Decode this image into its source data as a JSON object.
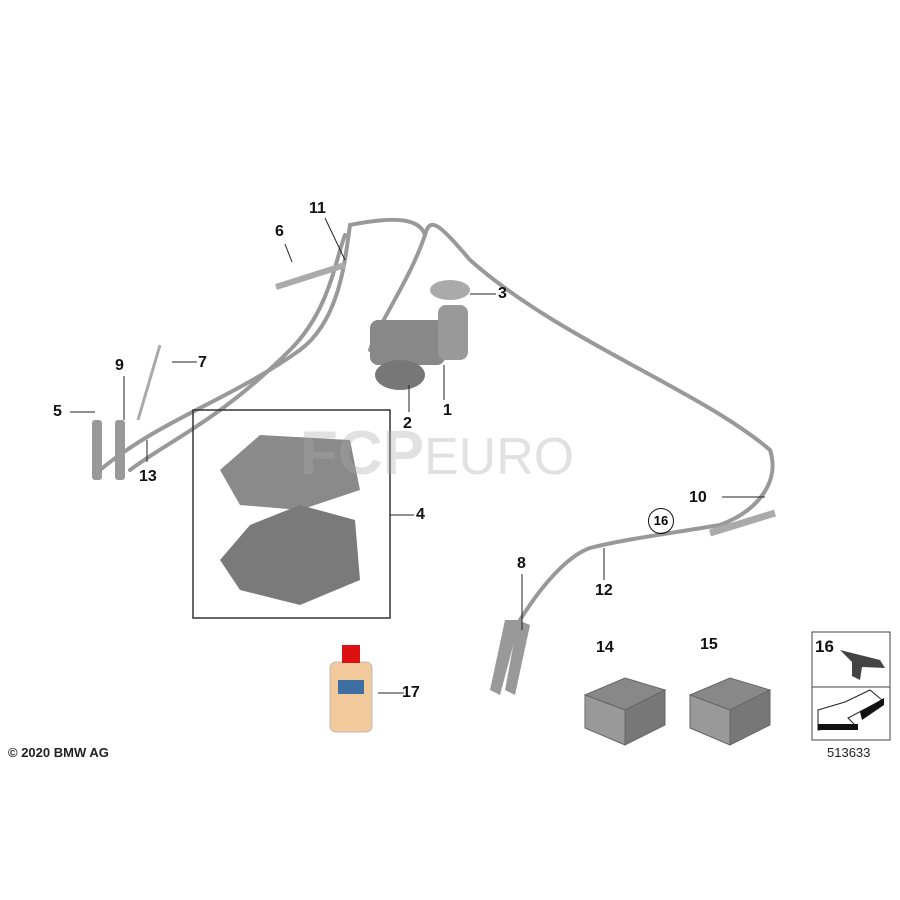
{
  "diagram": {
    "part_labels": [
      "1",
      "2",
      "3",
      "4",
      "5",
      "6",
      "7",
      "8",
      "9",
      "10",
      "11",
      "12",
      "13",
      "14",
      "15",
      "16",
      "17"
    ],
    "circled_label": "16",
    "legend_label": "16",
    "copyright": "© 2020 BMW AG",
    "diagram_number": "513633",
    "watermark": {
      "main": "FCP",
      "suffix": "EURO"
    }
  }
}
